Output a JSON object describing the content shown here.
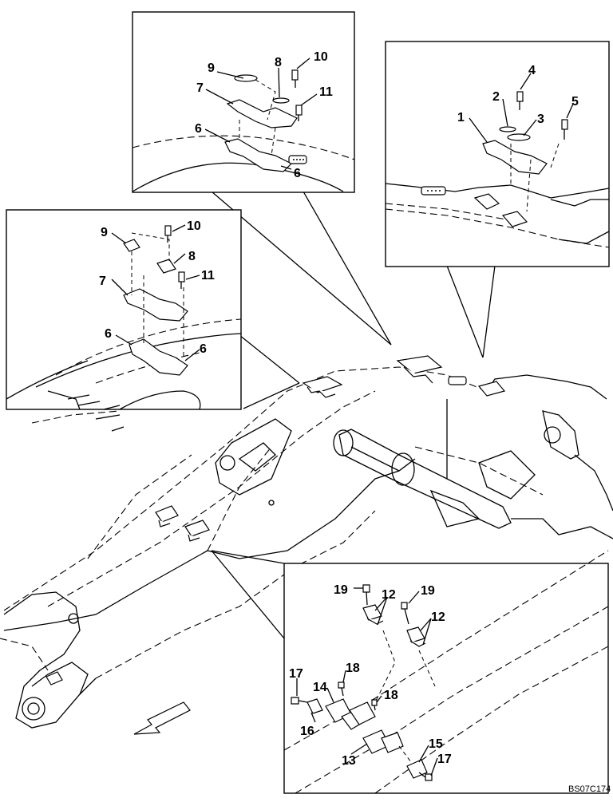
{
  "figure_code": "BS07C174",
  "callouts": {
    "top_center": [
      "9",
      "8",
      "10",
      "7",
      "11",
      "6",
      "6"
    ],
    "top_right": [
      "1",
      "2",
      "4",
      "3",
      "5"
    ],
    "left": [
      "9",
      "10",
      "8",
      "7",
      "11",
      "6",
      "6"
    ],
    "bottom_right": [
      "19",
      "12",
      "19",
      "12",
      "18",
      "17",
      "14",
      "18",
      "16",
      "13",
      "15",
      "17"
    ]
  },
  "direction_arrow_icon": "front-direction-arrow-icon"
}
